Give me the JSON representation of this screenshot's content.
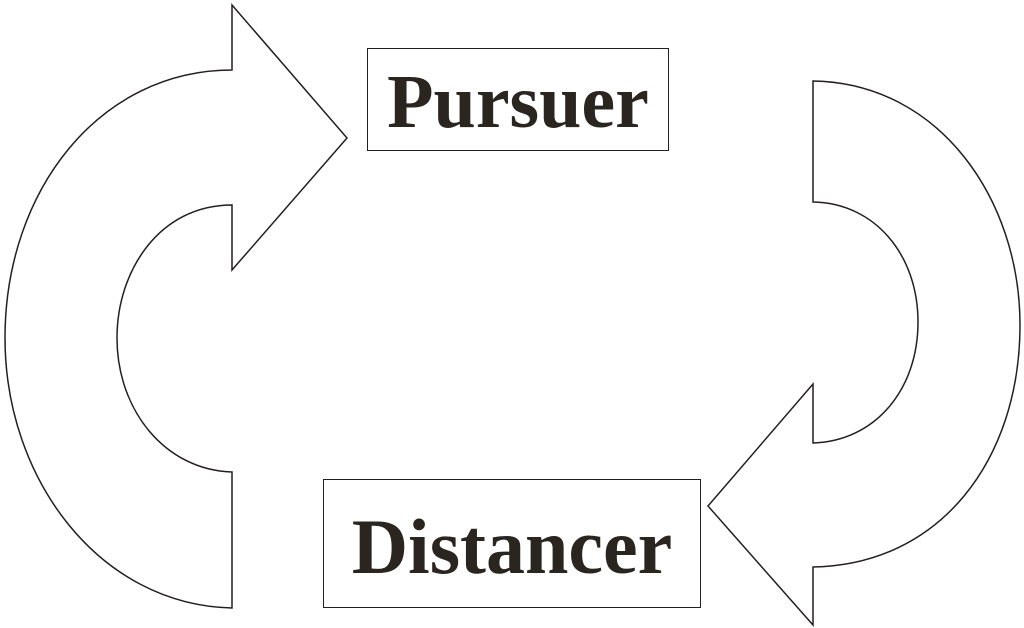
{
  "diagram": {
    "nodes": [
      {
        "id": "pursuer",
        "label": "Pursuer"
      },
      {
        "id": "distancer",
        "label": "Distancer"
      }
    ],
    "edges": [
      {
        "from": "distancer",
        "to": "pursuer",
        "style": "curved-arrow-outline"
      },
      {
        "from": "pursuer",
        "to": "distancer",
        "style": "curved-arrow-outline"
      }
    ],
    "colors": {
      "stroke": "#231f20",
      "text": "#2b2520",
      "background": "#ffffff"
    }
  }
}
